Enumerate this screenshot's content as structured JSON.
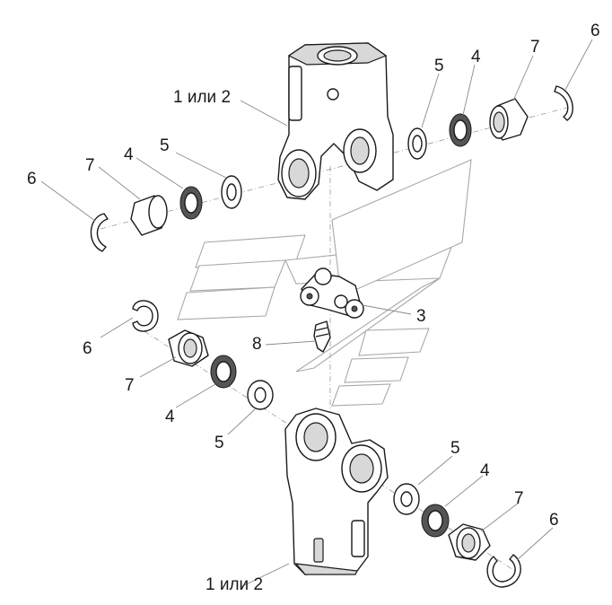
{
  "callouts": {
    "fork_top": "1 или 2",
    "fork_bottom": "1 или 2",
    "spider": "3",
    "seal_tr": "4",
    "seal_tl": "4",
    "seal_ml": "4",
    "seal_br": "4",
    "washer_tr": "5",
    "washer_tl": "5",
    "washer_ml": "5",
    "washer_br": "5",
    "ring_tr": "6",
    "ring_tl": "6",
    "ring_ml": "6",
    "ring_br": "6",
    "bearing_tr": "7",
    "bearing_tl": "7",
    "bearing_ml": "7",
    "bearing_br": "7",
    "grease_fitting": "8"
  }
}
